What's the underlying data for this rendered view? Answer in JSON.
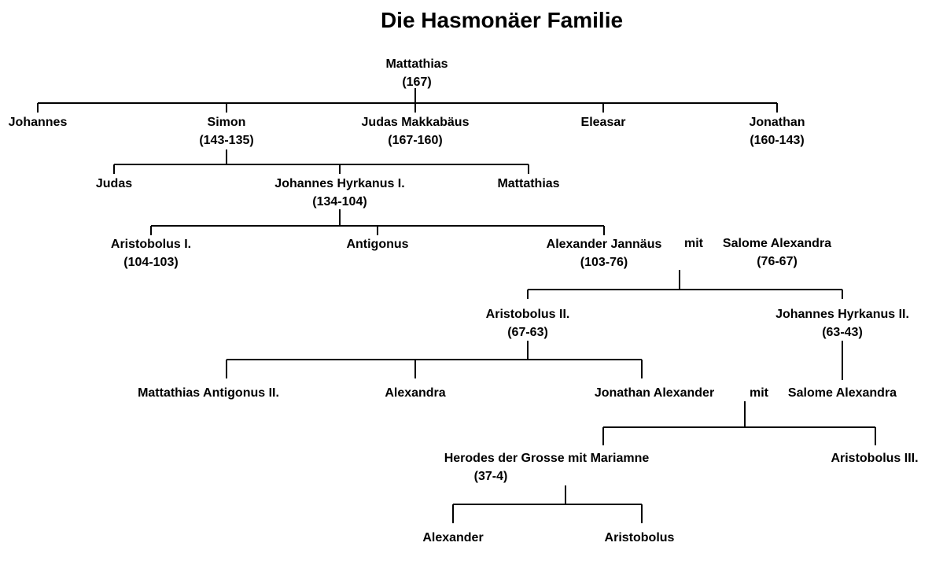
{
  "title": "Die Hasmonäer Familie",
  "people": {
    "mattathias": {
      "name": "Mattathias",
      "dates": "(167)"
    },
    "johannes": {
      "name": "Johannes"
    },
    "simon": {
      "name": "Simon",
      "dates": "(143-135)"
    },
    "judas_makkabaeus": {
      "name": "Judas Makkabäus",
      "dates": "(167-160)"
    },
    "eleasar": {
      "name": "Eleasar"
    },
    "jonathan": {
      "name": "Jonathan",
      "dates": "(160-143)"
    },
    "judas": {
      "name": "Judas"
    },
    "johannes_hyrkanus_1": {
      "name": "Johannes Hyrkanus I.",
      "dates": "(134-104)"
    },
    "mattathias_2": {
      "name": "Mattathias"
    },
    "aristobolus_1": {
      "name": "Aristobolus I.",
      "dates": "(104-103)"
    },
    "antigonus": {
      "name": "Antigonus"
    },
    "alexander_jannaeus": {
      "name": "Alexander Jannäus",
      "dates": "(103-76)"
    },
    "mit_1": {
      "name": "mit"
    },
    "salome_alexandra_1": {
      "name": "Salome Alexandra",
      "dates": "(76-67)"
    },
    "aristobolus_2": {
      "name": "Aristobolus II.",
      "dates": "(67-63)"
    },
    "johannes_hyrkanus_2": {
      "name": "Johannes Hyrkanus II.",
      "dates": "(63-43)"
    },
    "mattathias_antigonus_2": {
      "name": "Mattathias Antigonus II."
    },
    "alexandra": {
      "name": "Alexandra"
    },
    "jonathan_alexander": {
      "name": "Jonathan Alexander"
    },
    "mit_2": {
      "name": "mit"
    },
    "salome_alexandra_2": {
      "name": "Salome Alexandra"
    },
    "herodes": {
      "name": "Herodes der Grosse mit Mariamne",
      "dates": "(37-4)"
    },
    "aristobolus_3": {
      "name": "Aristobolus III."
    },
    "alexander": {
      "name": "Alexander"
    },
    "aristobolus": {
      "name": "Aristobolus"
    }
  }
}
